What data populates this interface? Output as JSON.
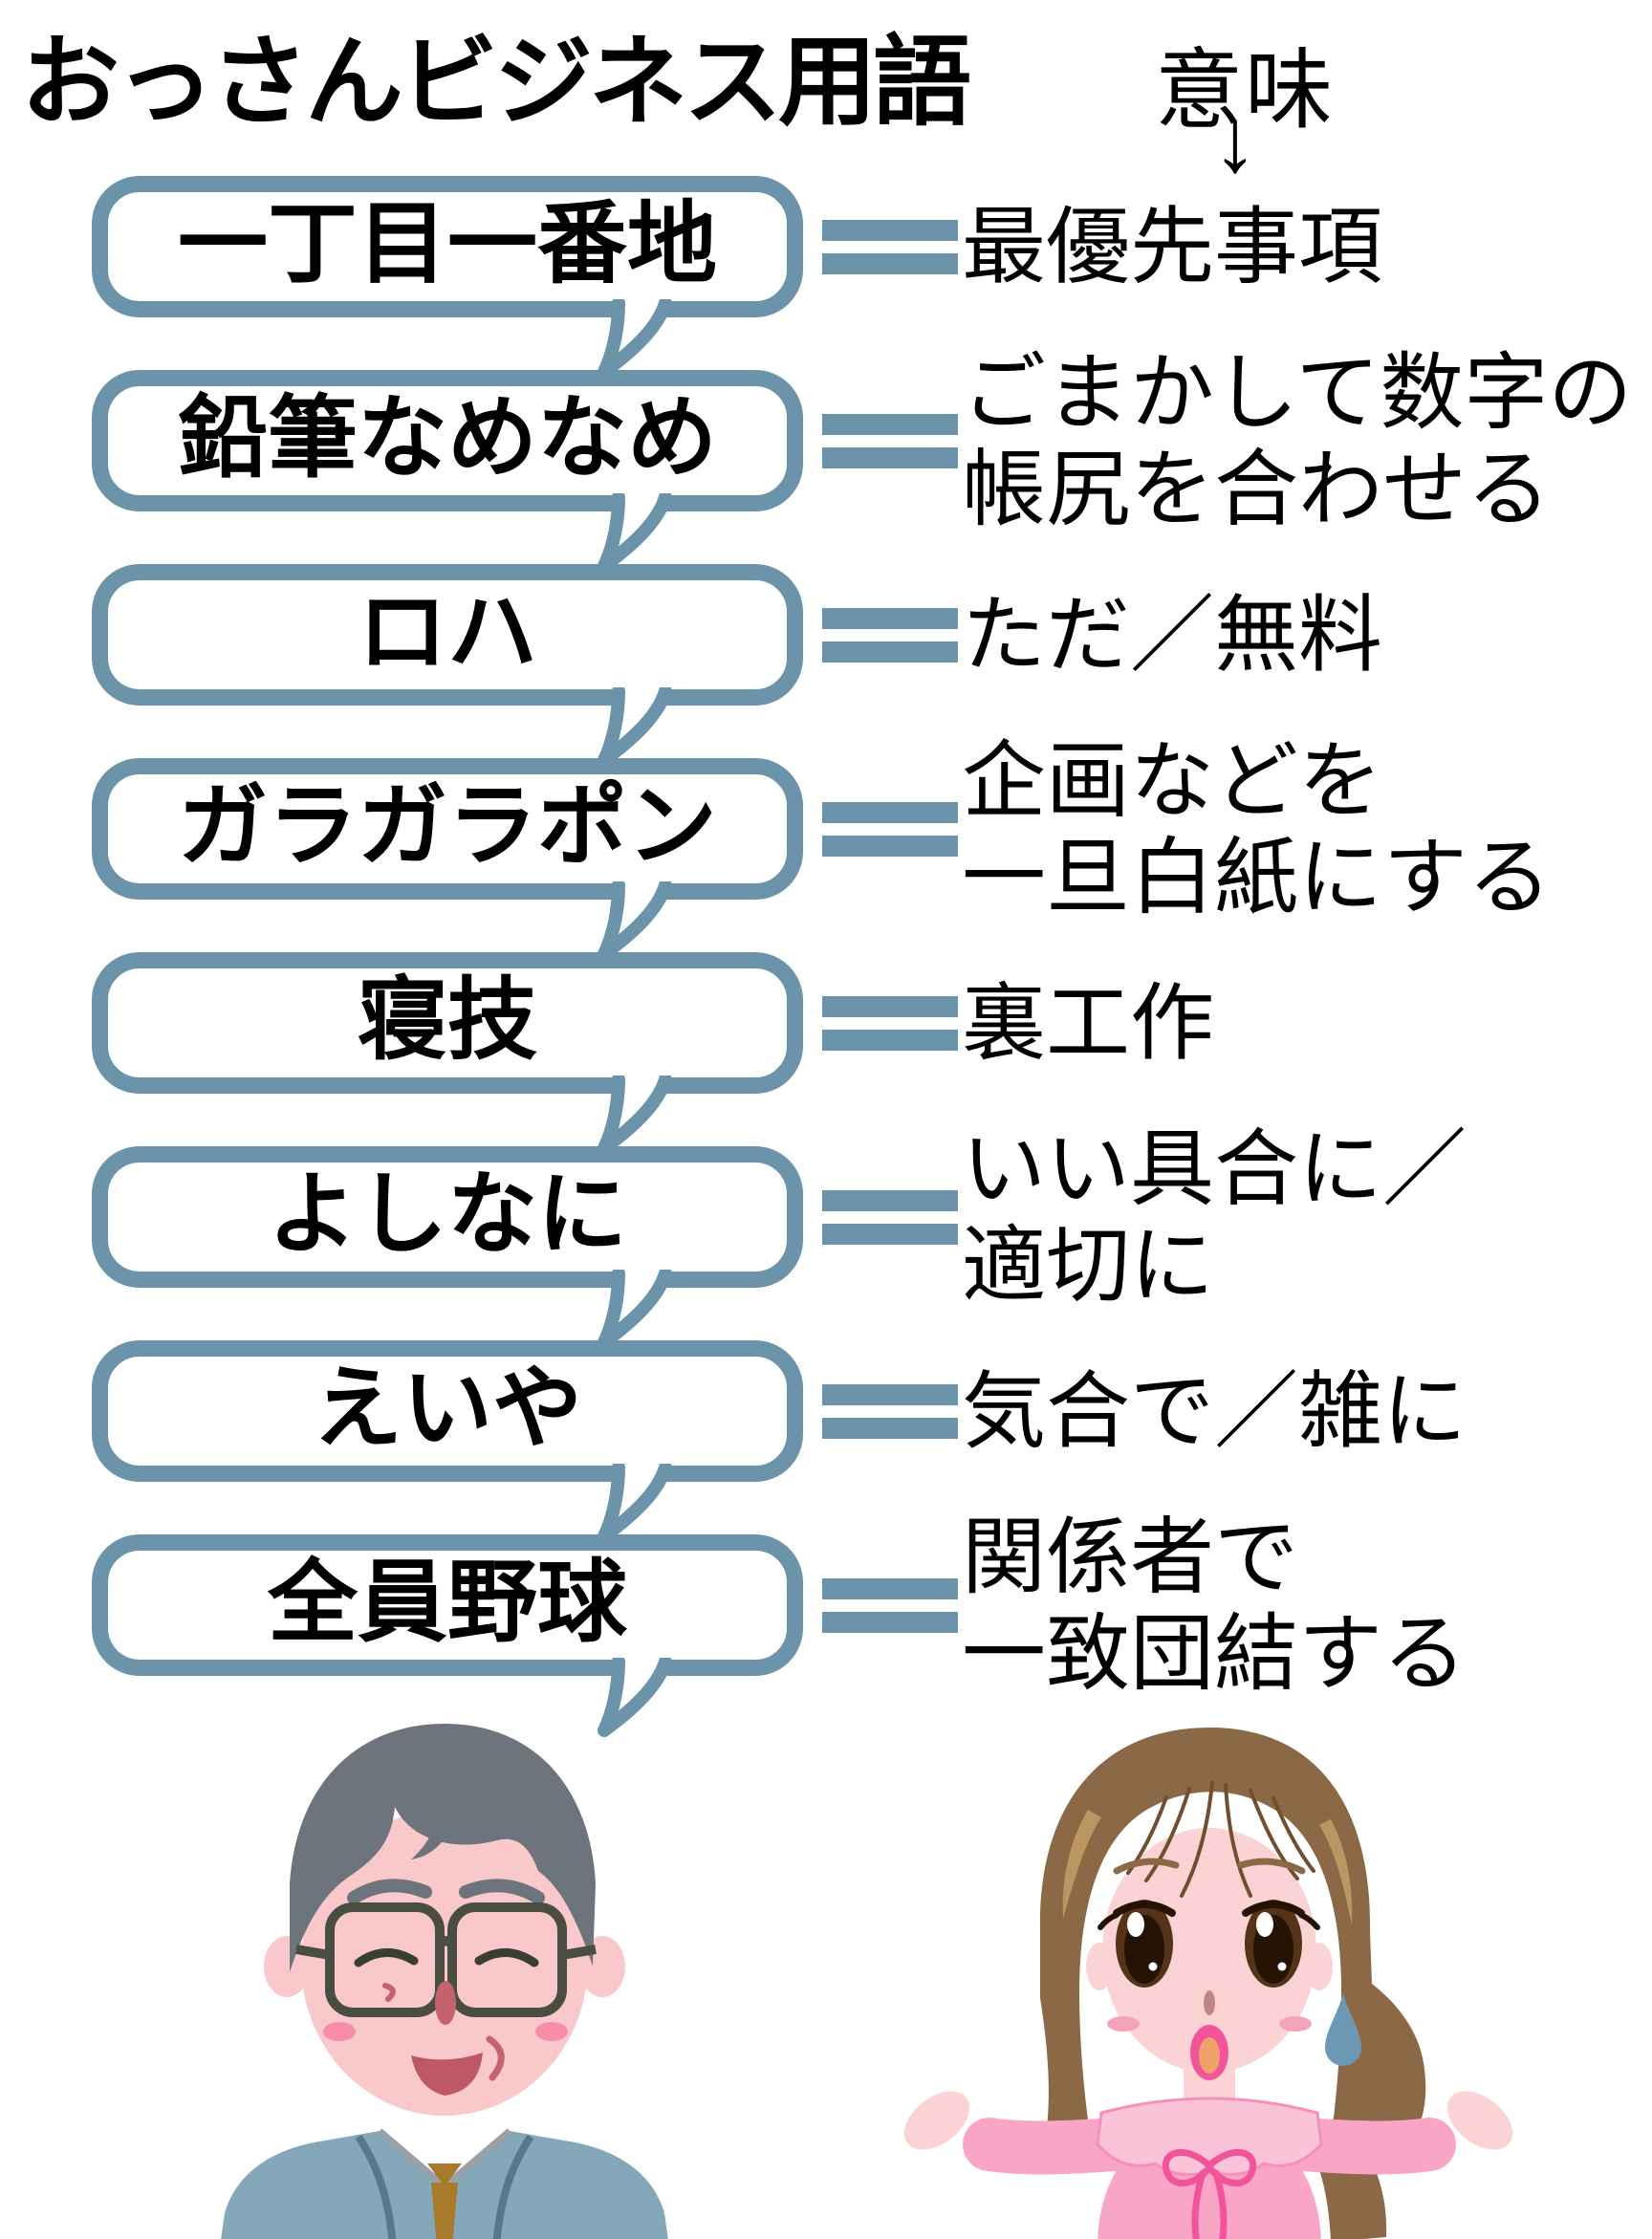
{
  "title": "おっさんビジネス用語",
  "meaning_header": {
    "label": "意味",
    "arrow": "↓"
  },
  "colors": {
    "accent": "#6b93a9",
    "text": "#000000",
    "background": "#ffffff"
  },
  "entries": [
    {
      "term": "一丁目一番地",
      "meaning_lines": [
        "最優先事項"
      ]
    },
    {
      "term": "鉛筆なめなめ",
      "meaning_lines": [
        "ごまかして数字の",
        "帳尻を合わせる"
      ]
    },
    {
      "term": "ロハ",
      "meaning_lines": [
        "ただ／無料"
      ]
    },
    {
      "term": "ガラガラポン",
      "meaning_lines": [
        "企画などを",
        "一旦白紙にする"
      ]
    },
    {
      "term": "寝技",
      "meaning_lines": [
        "裏工作"
      ]
    },
    {
      "term": "よしなに",
      "meaning_lines": [
        "いい具合に／",
        "適切に"
      ]
    },
    {
      "term": "えいや",
      "meaning_lines": [
        "気合で／雑に"
      ]
    },
    {
      "term": "全員野球",
      "meaning_lines": [
        "関係者で",
        "一致団結する"
      ]
    }
  ],
  "characters": {
    "businessman": {
      "description": "smiling older businessman with gray hair, glasses, blue-gray suit and brown tie",
      "hair_color": "#6d747c",
      "skin_color": "#f9c8ca",
      "suit_color": "#84a7b9",
      "tie_color": "#a87a2b"
    },
    "young_woman": {
      "description": "surprised young woman with brown hair, open mouth and a sweat drop, pink blouse, shrugging",
      "hair_color": "#8b6947",
      "skin_color": "#fbd3d4",
      "blouse_color": "#f9a6c6",
      "sweat_color": "#6d98b4"
    }
  }
}
